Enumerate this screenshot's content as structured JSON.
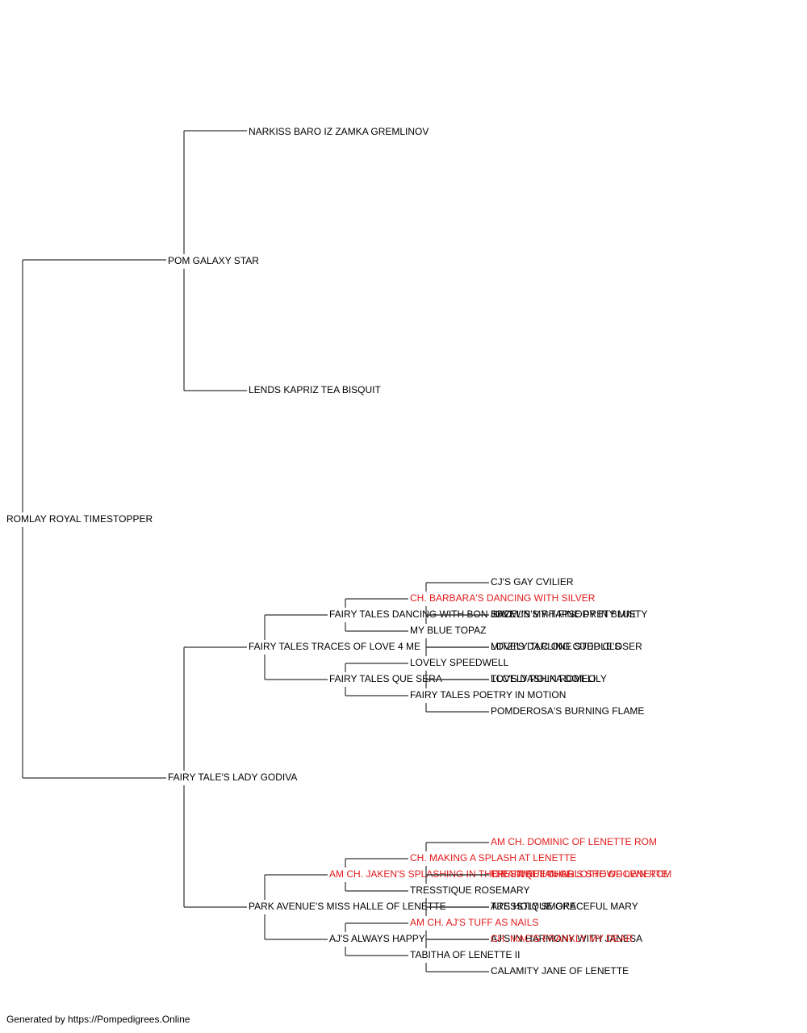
{
  "colors": {
    "text": "#000000",
    "champion": "#e31b1b",
    "connector": "#333333"
  },
  "footer": "Generated by https://Pompedigrees.Online",
  "pedigree": {
    "name": "ROMLAY ROYAL TIMESTOPPER",
    "champion": false,
    "sire": {
      "name": "POM GALAXY STAR",
      "champion": false,
      "sire": {
        "name": "NARKISS BARO IZ ZAMKA GREMLINOV",
        "champion": false
      },
      "dam": {
        "name": "LENDS KAPRIZ TEA BISQUIT",
        "champion": false
      }
    },
    "dam": {
      "name": "FAIRY TALE'S LADY GODIVA",
      "champion": false,
      "sire": {
        "name": "FAIRY TALES TRACES OF LOVE 4 ME",
        "champion": false,
        "sire": {
          "name": "FAIRY TALES DANCING WITH BON JOVI",
          "champion": false,
          "sire": {
            "name": "CH. BARBARA'S DANCING WITH SILVER",
            "champion": true,
            "sire": {
              "name": "CJ'S GAY CVILIER",
              "champion": false
            },
            "dam": {
              "name": "HAZEL'S MY-T-FINE PRETY MISTY",
              "champion": false
            }
          },
          "dam": {
            "name": "MY BLUE TOPAZ",
            "champion": false,
            "sire": {
              "name": "SHOWIN'S RHAPSODY IN BLUE",
              "champion": false
            },
            "dam": {
              "name": "MITZI'S DARLING CUDDLE'S",
              "champion": false
            }
          }
        },
        "dam": {
          "name": "FAIRY TALES QUE SERA",
          "champion": false,
          "sire": {
            "name": "LOVELY SPEEDWELL",
            "champion": false,
            "sire": {
              "name": "LOVELY TLC ONE STEP CLOSER",
              "champion": false
            },
            "dam": {
              "name": "LOVELY POLKA DOT LILY",
              "champion": false
            }
          },
          "dam": {
            "name": "FAIRY TALES POETRY IN MOTION",
            "champion": false,
            "sire": {
              "name": "TLC'S DASHIN ROMEO",
              "champion": false
            },
            "dam": {
              "name": "POMDEROSA'S BURNING FLAME",
              "champion": false
            }
          }
        }
      },
      "dam": {
        "name": "PARK AVENUE'S MISS HALLE OF LENETTE",
        "champion": false,
        "sire": {
          "name": "AM CH. JAKEN'S SPLASHING IN THE RAIN AT JAN LE",
          "champion": true,
          "sire": {
            "name": "CH. MAKING A SPLASH AT LENETTE",
            "champion": true,
            "sire": {
              "name": "AM CH. DOMINIC OF LENETTE ROM",
              "champion": true
            },
            "dam": {
              "name": "CH. SWEET CHARLOTTE OF LENETTE",
              "champion": true
            }
          },
          "dam": {
            "name": "TRESSTIQUE ROSEMARY",
            "champion": false,
            "sire": {
              "name": "TRESTIQUE-N-GG'S SHOWDOWN ROM",
              "champion": true
            },
            "dam": {
              "name": "TRESSTIQUE GRACEFUL MARY",
              "champion": false
            }
          }
        },
        "dam": {
          "name": "AJ'S ALWAYS HAPPY",
          "champion": false,
          "sire": {
            "name": "AM CH. AJ'S TUFF AS NAILS",
            "champion": true,
            "sire": {
              "name": "AJ'S HOLY SMOKE",
              "champion": false
            },
            "dam": {
              "name": "AJ'S IN HARMONY WITH JANESA",
              "champion": false
            }
          },
          "dam": {
            "name": "TABITHA OF LENETTE II",
            "champion": false,
            "sire": {
              "name": "CH. MAC'S FRANKLY MY DEAR",
              "champion": true
            },
            "dam": {
              "name": "CALAMITY JANE OF LENETTE",
              "champion": false
            }
          }
        }
      }
    }
  }
}
